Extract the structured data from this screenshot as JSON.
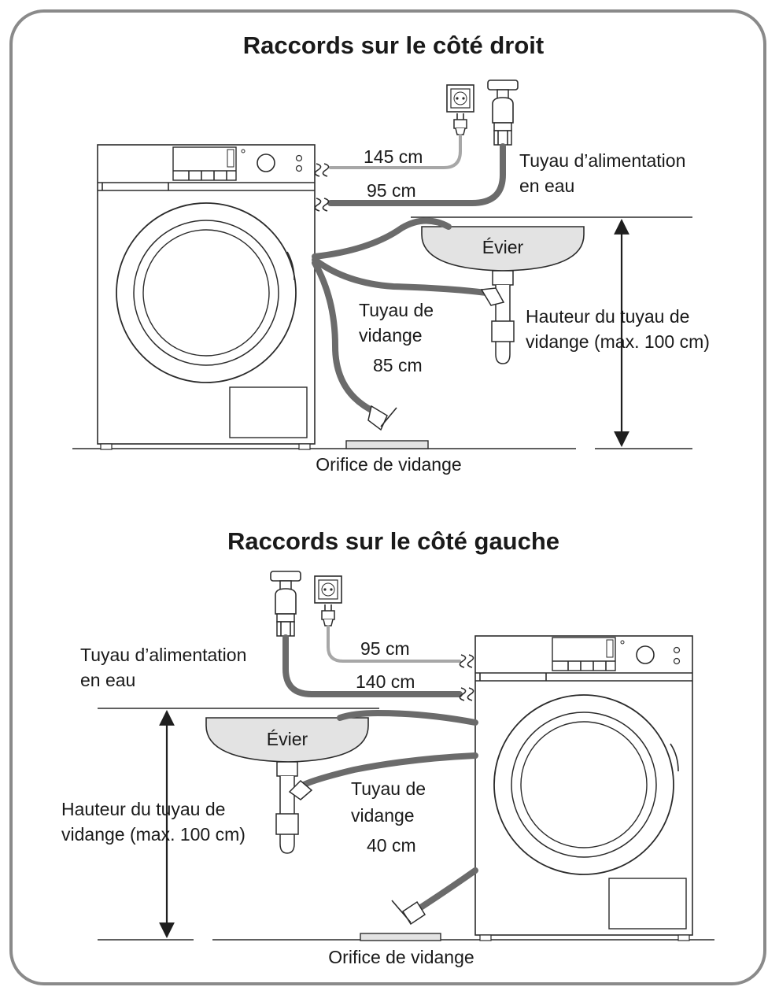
{
  "top": {
    "title": "Raccords sur le côté droit",
    "outlet_cable_length": "145 cm",
    "inlet_hose_length": "95 cm",
    "water_supply_label_1": "Tuyau d’alimentation",
    "water_supply_label_2": "en eau",
    "sink_label": "Évier",
    "drain_hose_label_1": "Tuyau de",
    "drain_hose_label_2": "vidange",
    "drain_hose_length": "85 cm",
    "drain_height_label_1": "Hauteur du tuyau de",
    "drain_height_label_2": "vidange (max. 100 cm)",
    "drain_outlet_label": "Orifice de vidange"
  },
  "bottom": {
    "title": "Raccords sur le côté gauche",
    "outlet_cable_length": "95 cm",
    "inlet_hose_length": "140 cm",
    "water_supply_label_1": "Tuyau d’alimentation",
    "water_supply_label_2": "en eau",
    "sink_label": "Évier",
    "drain_hose_label_1": "Tuyau de",
    "drain_hose_label_2": "vidange",
    "drain_hose_length": "40 cm",
    "drain_height_label_1": "Hauteur du tuyau de",
    "drain_height_label_2": "vidange (max. 100 cm)",
    "drain_outlet_label": "Orifice de vidange"
  },
  "colors": {
    "frame": "#8a8a8a",
    "hose": "#6b6b6b",
    "cable": "#a7a7a7",
    "sink_fill": "#e3e3e3"
  }
}
